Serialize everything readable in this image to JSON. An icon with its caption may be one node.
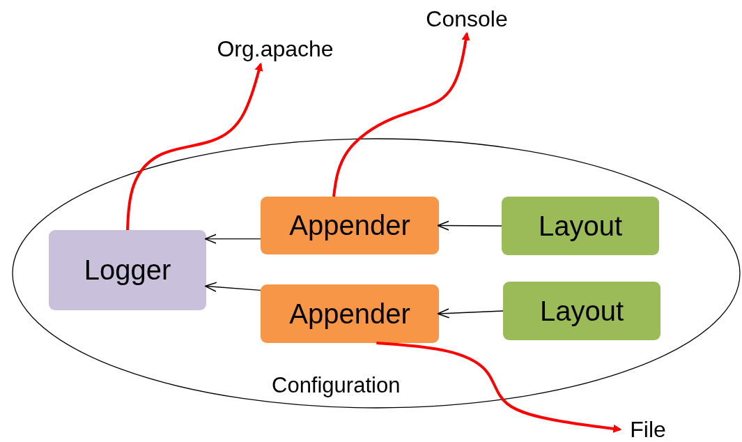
{
  "diagram": {
    "nodes": [
      {
        "text": [
          "Configuration"
        ]
      },
      {
        "text": [
          "Logger"
        ],
        "in": 0
      },
      {
        "text": [
          "Appender"
        ],
        "in": 0
      },
      {
        "text": [
          "Layout"
        ],
        "in": 0
      },
      {
        "text": [
          "Appender"
        ],
        "in": 0
      },
      {
        "text": [
          "Layout"
        ],
        "in": 0
      },
      {
        "text": [
          "Org.apache"
        ]
      },
      {
        "text": [
          "Console"
        ]
      },
      {
        "text": [
          "File"
        ]
      }
    ],
    "edges": [
      {
        "from": 3,
        "to": 2,
        "arrow": "to"
      },
      {
        "from": 5,
        "to": 4,
        "arrow": "to"
      },
      {
        "from": 2,
        "to": 1,
        "arrow": "to"
      },
      {
        "from": 4,
        "to": 1,
        "arrow": "to"
      },
      {
        "from": 1,
        "to": 6,
        "arrow": "to",
        "style": "thick",
        "color": "#ff0000"
      },
      {
        "from": 2,
        "to": 7,
        "arrow": "to",
        "style": "thick",
        "color": "#ff0000"
      },
      {
        "from": 4,
        "to": 8,
        "arrow": "to",
        "style": "thick",
        "color": "#ff0000"
      }
    ]
  }
}
